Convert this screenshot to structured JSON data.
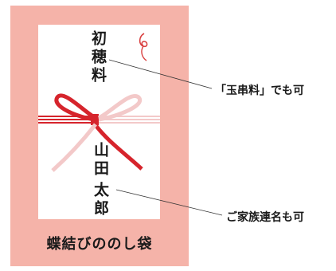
{
  "envelope": {
    "purpose_text": "初穂料",
    "name_line1": "山田",
    "name_line2": "太郎",
    "type_label": "蝶結びののし袋"
  },
  "callouts": {
    "top_note": "「玉串料」でも可",
    "bottom_note": "ご家族連名も可"
  },
  "colors": {
    "panel": "#f5b3a9",
    "mizuhiki_red": "#d6242c",
    "mizuhiki_white": "#f7d6d6",
    "noshi_red": "#d94040"
  }
}
